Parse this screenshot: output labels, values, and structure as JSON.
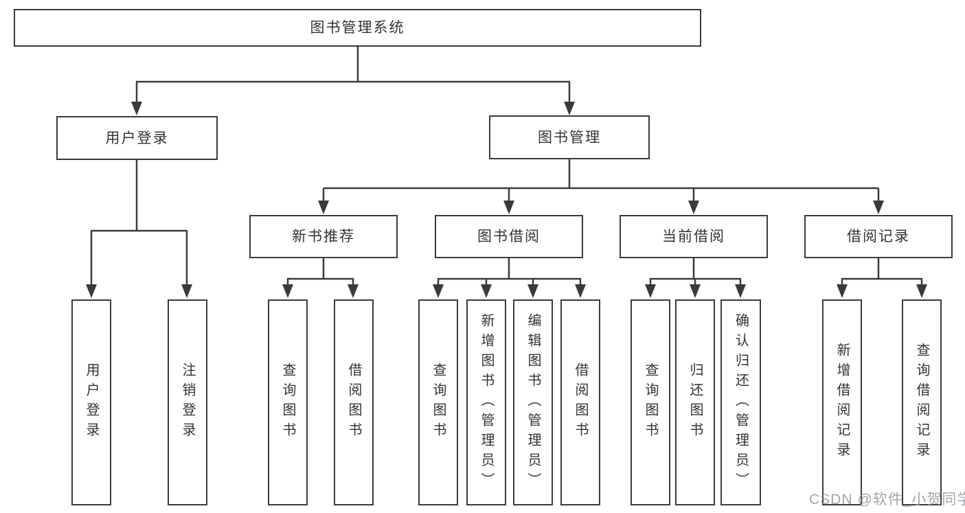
{
  "diagram": {
    "root_label": "图书管理系统",
    "branches": [
      {
        "label": "用户登录",
        "leaves": [
          {
            "label": "用户登录"
          },
          {
            "label": "注销登录"
          }
        ]
      },
      {
        "label": "图书管理",
        "groups": [
          {
            "label": "新书推荐",
            "leaves": [
              {
                "label": "查询图书"
              },
              {
                "label": "借阅图书"
              }
            ]
          },
          {
            "label": "图书借阅",
            "leaves": [
              {
                "label": "查询图书"
              },
              {
                "label": "新增图书（管理员）"
              },
              {
                "label": "编辑图书（管理员）"
              },
              {
                "label": "借阅图书"
              }
            ]
          },
          {
            "label": "当前借阅",
            "leaves": [
              {
                "label": "查询图书"
              },
              {
                "label": "归还图书"
              },
              {
                "label": "确认归还（管理员）"
              }
            ]
          },
          {
            "label": "借阅记录",
            "leaves": [
              {
                "label": "新增借阅记录"
              },
              {
                "label": "查询借阅记录"
              }
            ]
          }
        ]
      }
    ]
  },
  "watermark": {
    "text": "CSDN @软件_小贺同学"
  },
  "colors": {
    "line": "#3a3a3a",
    "box_border": "#3a3a3a",
    "box_fill": "#ffffff",
    "text": "#333333",
    "watermark": "#91959b",
    "background": "#ffffff"
  }
}
